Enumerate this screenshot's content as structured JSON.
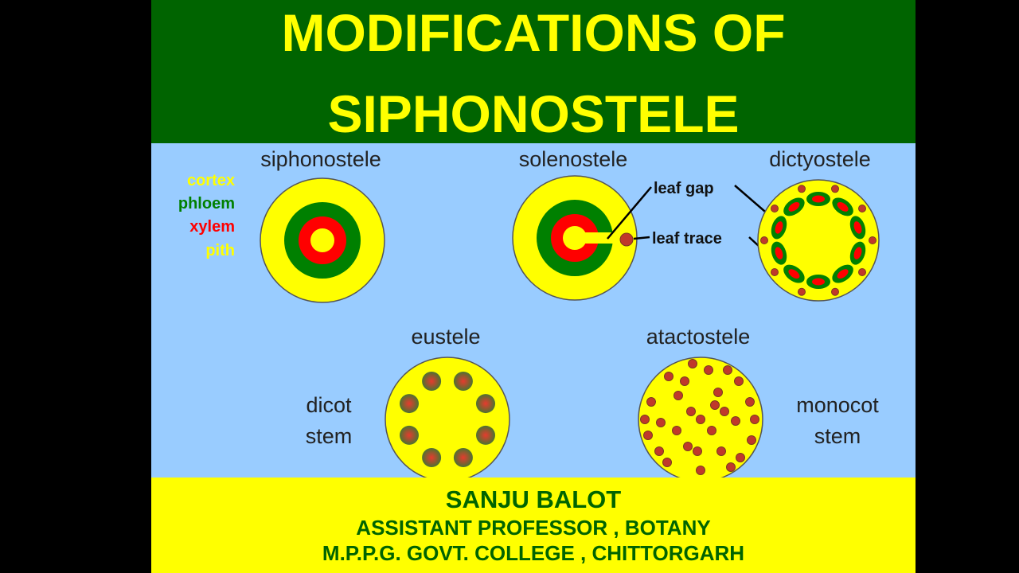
{
  "title": {
    "line1": "MODIFICATIONS OF",
    "line2": "SIPHONOSTELE"
  },
  "colors": {
    "title_bg": "#006400",
    "title_text": "#ffff00",
    "diagram_bg": "#99ccff",
    "cortex": "#ffff00",
    "phloem": "#008000",
    "xylem": "#ff0000",
    "pith": "#ffff00",
    "bundle": "#c0392b",
    "credits_bg": "#ffff00",
    "credits_text": "#006400"
  },
  "legend": {
    "cortex": "cortex",
    "phloem": "phloem",
    "xylem": "xylem",
    "pith": "pith"
  },
  "diagrams": {
    "siphonostele": "siphonostele",
    "solenostele": "solenostele",
    "dictyostele": "dictyostele",
    "eustele": "eustele",
    "atactostele": "atactostele"
  },
  "annotations": {
    "leaf_gap": "leaf gap",
    "leaf_trace": "leaf trace",
    "dicot_line1": "dicot",
    "dicot_line2": "stem",
    "monocot_line1": "monocot",
    "monocot_line2": "stem"
  },
  "credits": {
    "name": "SANJU BALOT",
    "role": "ASSISTANT PROFESSOR , BOTANY",
    "college": "M.P.P.G. GOVT. COLLEGE , CHITTORGARH"
  }
}
